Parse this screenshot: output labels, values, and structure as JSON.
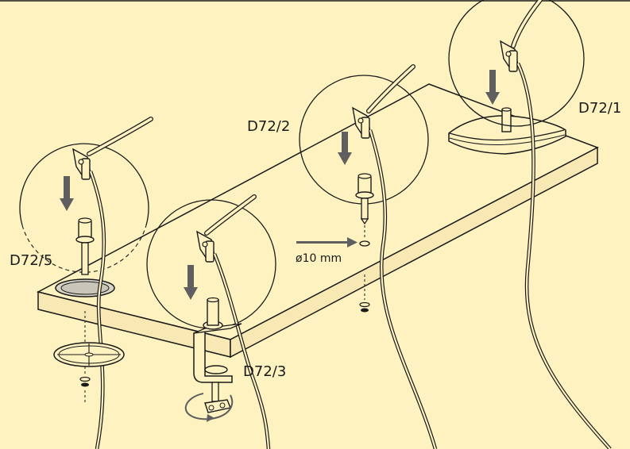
{
  "labels": {
    "d72_1": "D72/1",
    "d72_2": "D72/2",
    "d72_3": "D72/3",
    "d72_5": "D72/5",
    "hole": "ø10 mm"
  },
  "colors": {
    "background": "#fdf2c0",
    "stroke": "#1a1a1a",
    "arrow": "#5f5f5f",
    "desk_side": "#f8e9b4",
    "cable": "#fdf2c0"
  }
}
